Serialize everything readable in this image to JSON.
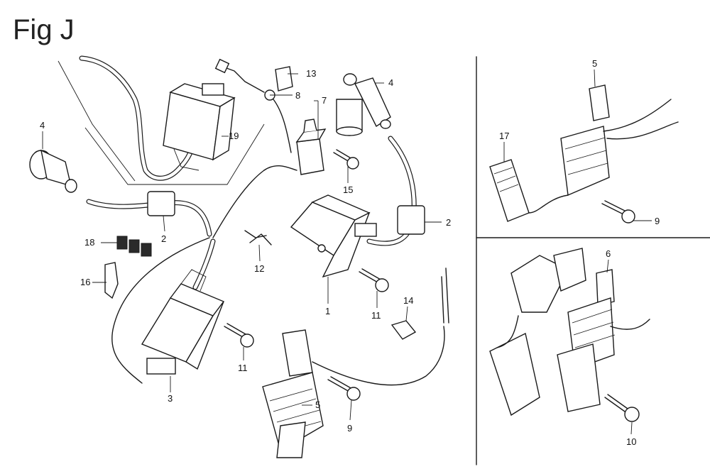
{
  "figure": {
    "title": "Fig J"
  },
  "callouts": [
    {
      "id": "c-13-a",
      "label": "13"
    },
    {
      "id": "c-8",
      "label": "8"
    },
    {
      "id": "c-7",
      "label": "7"
    },
    {
      "id": "c-4-top",
      "label": "4"
    },
    {
      "id": "c-19",
      "label": "19"
    },
    {
      "id": "c-4-left",
      "label": "4"
    },
    {
      "id": "c-15",
      "label": "15"
    },
    {
      "id": "c-2-right",
      "label": "2"
    },
    {
      "id": "c-2-left",
      "label": "2"
    },
    {
      "id": "c-18",
      "label": "18"
    },
    {
      "id": "c-12",
      "label": "12"
    },
    {
      "id": "c-16",
      "label": "16"
    },
    {
      "id": "c-1",
      "label": "1"
    },
    {
      "id": "c-11-a",
      "label": "11"
    },
    {
      "id": "c-14",
      "label": "14"
    },
    {
      "id": "c-11-b",
      "label": "11"
    },
    {
      "id": "c-3",
      "label": "3"
    },
    {
      "id": "c-5-main",
      "label": "5"
    },
    {
      "id": "c-9-main",
      "label": "9"
    },
    {
      "id": "c-5-inset",
      "label": "5"
    },
    {
      "id": "c-17",
      "label": "17"
    },
    {
      "id": "c-9-inset",
      "label": "9"
    },
    {
      "id": "c-6",
      "label": "6"
    },
    {
      "id": "c-10",
      "label": "10"
    }
  ]
}
